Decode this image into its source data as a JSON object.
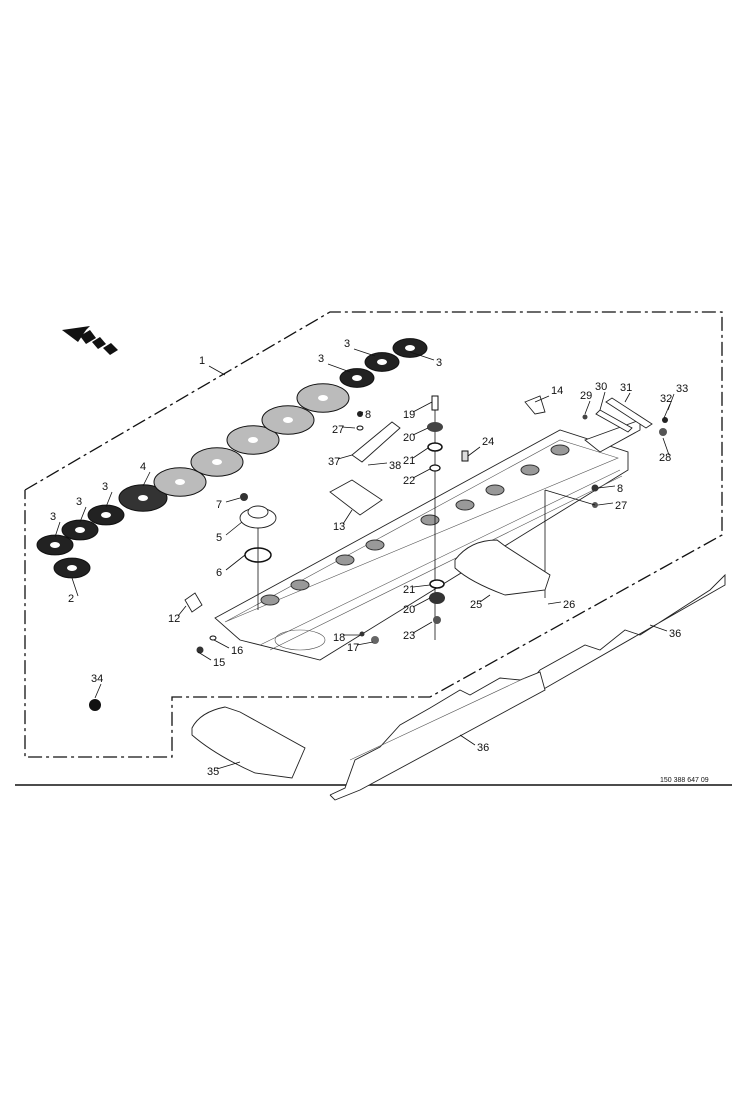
{
  "diagram": {
    "document_id": "150 388 647 09",
    "callouts": [
      "1",
      "2",
      "3",
      "3",
      "3",
      "3",
      "3",
      "3",
      "4",
      "5",
      "6",
      "7",
      "8",
      "8",
      "12",
      "13",
      "14",
      "15",
      "16",
      "17",
      "18",
      "19",
      "20",
      "20",
      "21",
      "21",
      "22",
      "23",
      "24",
      "25",
      "26",
      "27",
      "27",
      "28",
      "29",
      "30",
      "31",
      "32",
      "33",
      "34",
      "35",
      "36",
      "36",
      "37",
      "38"
    ],
    "colors": {
      "ink": "#111111",
      "background": "#ffffff"
    }
  }
}
